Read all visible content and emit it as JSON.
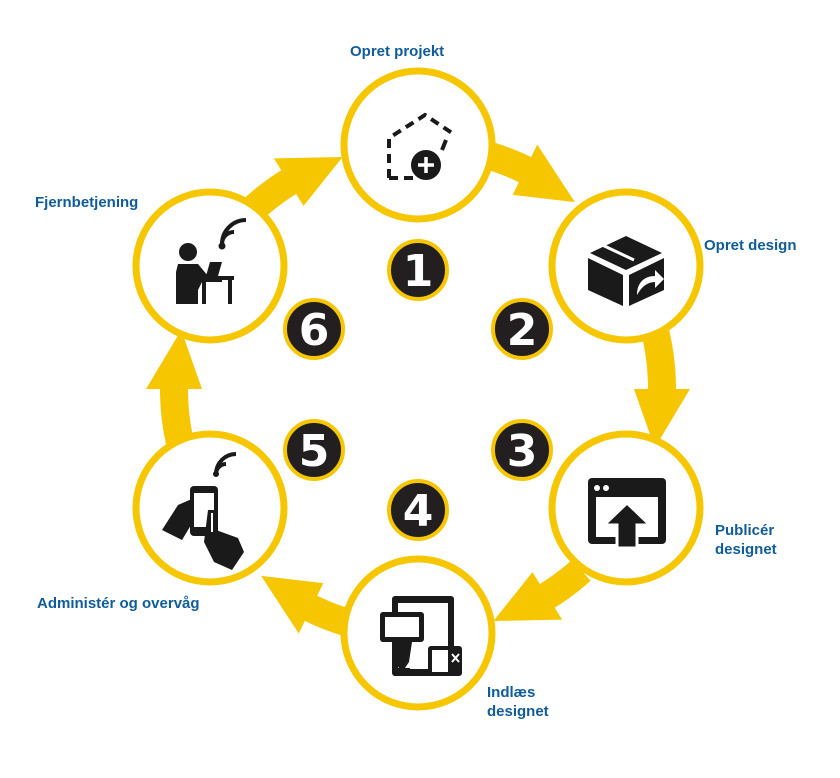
{
  "colors": {
    "ring": "#f6c700",
    "circle_border": "#f6c700",
    "badge_fill": "#231f20",
    "label_text": "#0f5c99",
    "icon": "#1a1a1a"
  },
  "steps": [
    {
      "number": "1",
      "label_lines": [
        "Opret projekt"
      ],
      "icon": "project-add-icon"
    },
    {
      "number": "2",
      "label_lines": [
        "Opret design"
      ],
      "icon": "box-share-icon"
    },
    {
      "number": "3",
      "label_lines": [
        "Publicér",
        "designet"
      ],
      "icon": "upload-window-icon"
    },
    {
      "number": "4",
      "label_lines": [
        "Indlæs",
        "designet"
      ],
      "icon": "device-load-icon"
    },
    {
      "number": "5",
      "label_lines": [
        "Administér og overvåg"
      ],
      "icon": "phone-hand-icon"
    },
    {
      "number": "6",
      "label_lines": [
        "Fjernbetjening"
      ],
      "icon": "remote-desk-icon"
    }
  ]
}
